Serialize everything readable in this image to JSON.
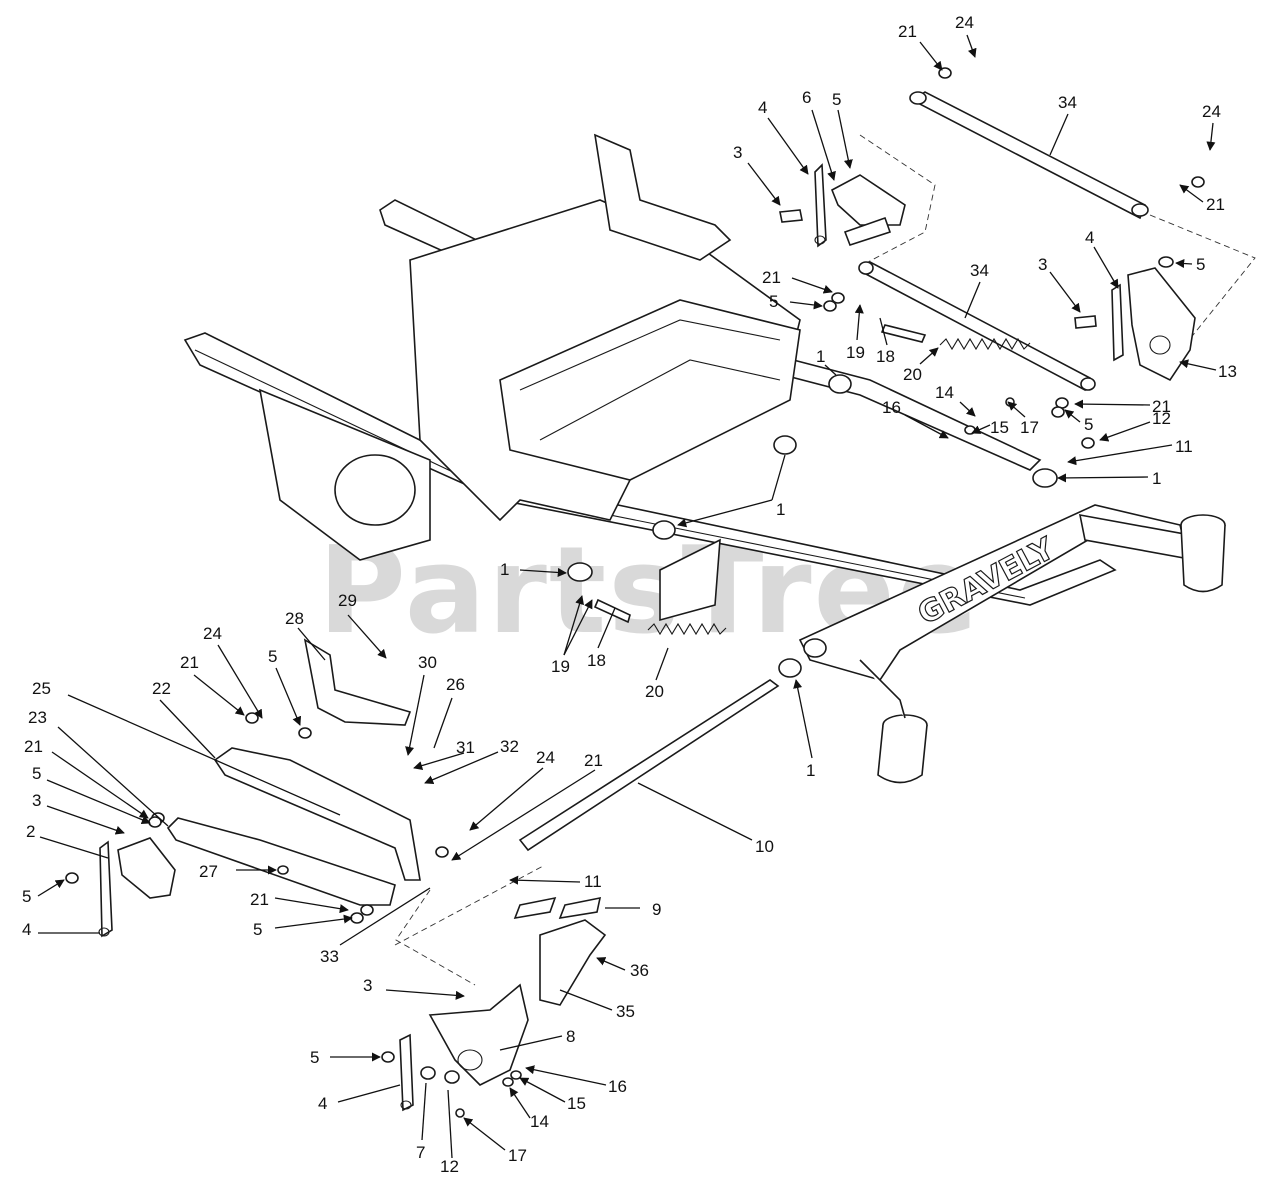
{
  "diagram": {
    "watermark": "PartsTree",
    "frame_brand": "GRAVELY",
    "callouts": [
      {
        "id": "c21a",
        "label": "21"
      },
      {
        "id": "c24a",
        "label": "24"
      },
      {
        "id": "c24b",
        "label": "24"
      },
      {
        "id": "c21b",
        "label": "21"
      },
      {
        "id": "c34a",
        "label": "34"
      },
      {
        "id": "c6",
        "label": "6"
      },
      {
        "id": "c5a",
        "label": "5"
      },
      {
        "id": "c4a",
        "label": "4"
      },
      {
        "id": "c3a",
        "label": "3"
      },
      {
        "id": "c21c",
        "label": "21"
      },
      {
        "id": "c5b",
        "label": "5"
      },
      {
        "id": "c34b",
        "label": "34"
      },
      {
        "id": "c4b",
        "label": "4"
      },
      {
        "id": "c3b",
        "label": "3"
      },
      {
        "id": "c5c",
        "label": "5"
      },
      {
        "id": "c13",
        "label": "13"
      },
      {
        "id": "c19a",
        "label": "19"
      },
      {
        "id": "c18a",
        "label": "18"
      },
      {
        "id": "c20a",
        "label": "20"
      },
      {
        "id": "c1a",
        "label": "1"
      },
      {
        "id": "c14a",
        "label": "14"
      },
      {
        "id": "c16a",
        "label": "16"
      },
      {
        "id": "c17a",
        "label": "17"
      },
      {
        "id": "c5d",
        "label": "5"
      },
      {
        "id": "c21d",
        "label": "21"
      },
      {
        "id": "c12a",
        "label": "12"
      },
      {
        "id": "c11a",
        "label": "11"
      },
      {
        "id": "c15a",
        "label": "15"
      },
      {
        "id": "c1b",
        "label": "1"
      },
      {
        "id": "c1c",
        "label": "1"
      },
      {
        "id": "c1d",
        "label": "1"
      },
      {
        "id": "c19b",
        "label": "19"
      },
      {
        "id": "c18b",
        "label": "18"
      },
      {
        "id": "c20b",
        "label": "20"
      },
      {
        "id": "c1e",
        "label": "1"
      },
      {
        "id": "c29",
        "label": "29"
      },
      {
        "id": "c28",
        "label": "28"
      },
      {
        "id": "c24c",
        "label": "24"
      },
      {
        "id": "c5e",
        "label": "5"
      },
      {
        "id": "c21e",
        "label": "21"
      },
      {
        "id": "c30",
        "label": "30"
      },
      {
        "id": "c26",
        "label": "26"
      },
      {
        "id": "c25",
        "label": "25"
      },
      {
        "id": "c22",
        "label": "22"
      },
      {
        "id": "c23",
        "label": "23"
      },
      {
        "id": "c21f",
        "label": "21"
      },
      {
        "id": "c5f",
        "label": "5"
      },
      {
        "id": "c3c",
        "label": "3"
      },
      {
        "id": "c2",
        "label": "2"
      },
      {
        "id": "c5g",
        "label": "5"
      },
      {
        "id": "c4c",
        "label": "4"
      },
      {
        "id": "c31",
        "label": "31"
      },
      {
        "id": "c32",
        "label": "32"
      },
      {
        "id": "c24d",
        "label": "24"
      },
      {
        "id": "c21g",
        "label": "21"
      },
      {
        "id": "c10",
        "label": "10"
      },
      {
        "id": "c27",
        "label": "27"
      },
      {
        "id": "c21h",
        "label": "21"
      },
      {
        "id": "c5h",
        "label": "5"
      },
      {
        "id": "c33",
        "label": "33"
      },
      {
        "id": "c11b",
        "label": "11"
      },
      {
        "id": "c9",
        "label": "9"
      },
      {
        "id": "c36",
        "label": "36"
      },
      {
        "id": "c3d",
        "label": "3"
      },
      {
        "id": "c35",
        "label": "35"
      },
      {
        "id": "c8",
        "label": "8"
      },
      {
        "id": "c5i",
        "label": "5"
      },
      {
        "id": "c16b",
        "label": "16"
      },
      {
        "id": "c4d",
        "label": "4"
      },
      {
        "id": "c15b",
        "label": "15"
      },
      {
        "id": "c14b",
        "label": "14"
      },
      {
        "id": "c7",
        "label": "7"
      },
      {
        "id": "c12b",
        "label": "12"
      },
      {
        "id": "c17b",
        "label": "17"
      }
    ]
  }
}
